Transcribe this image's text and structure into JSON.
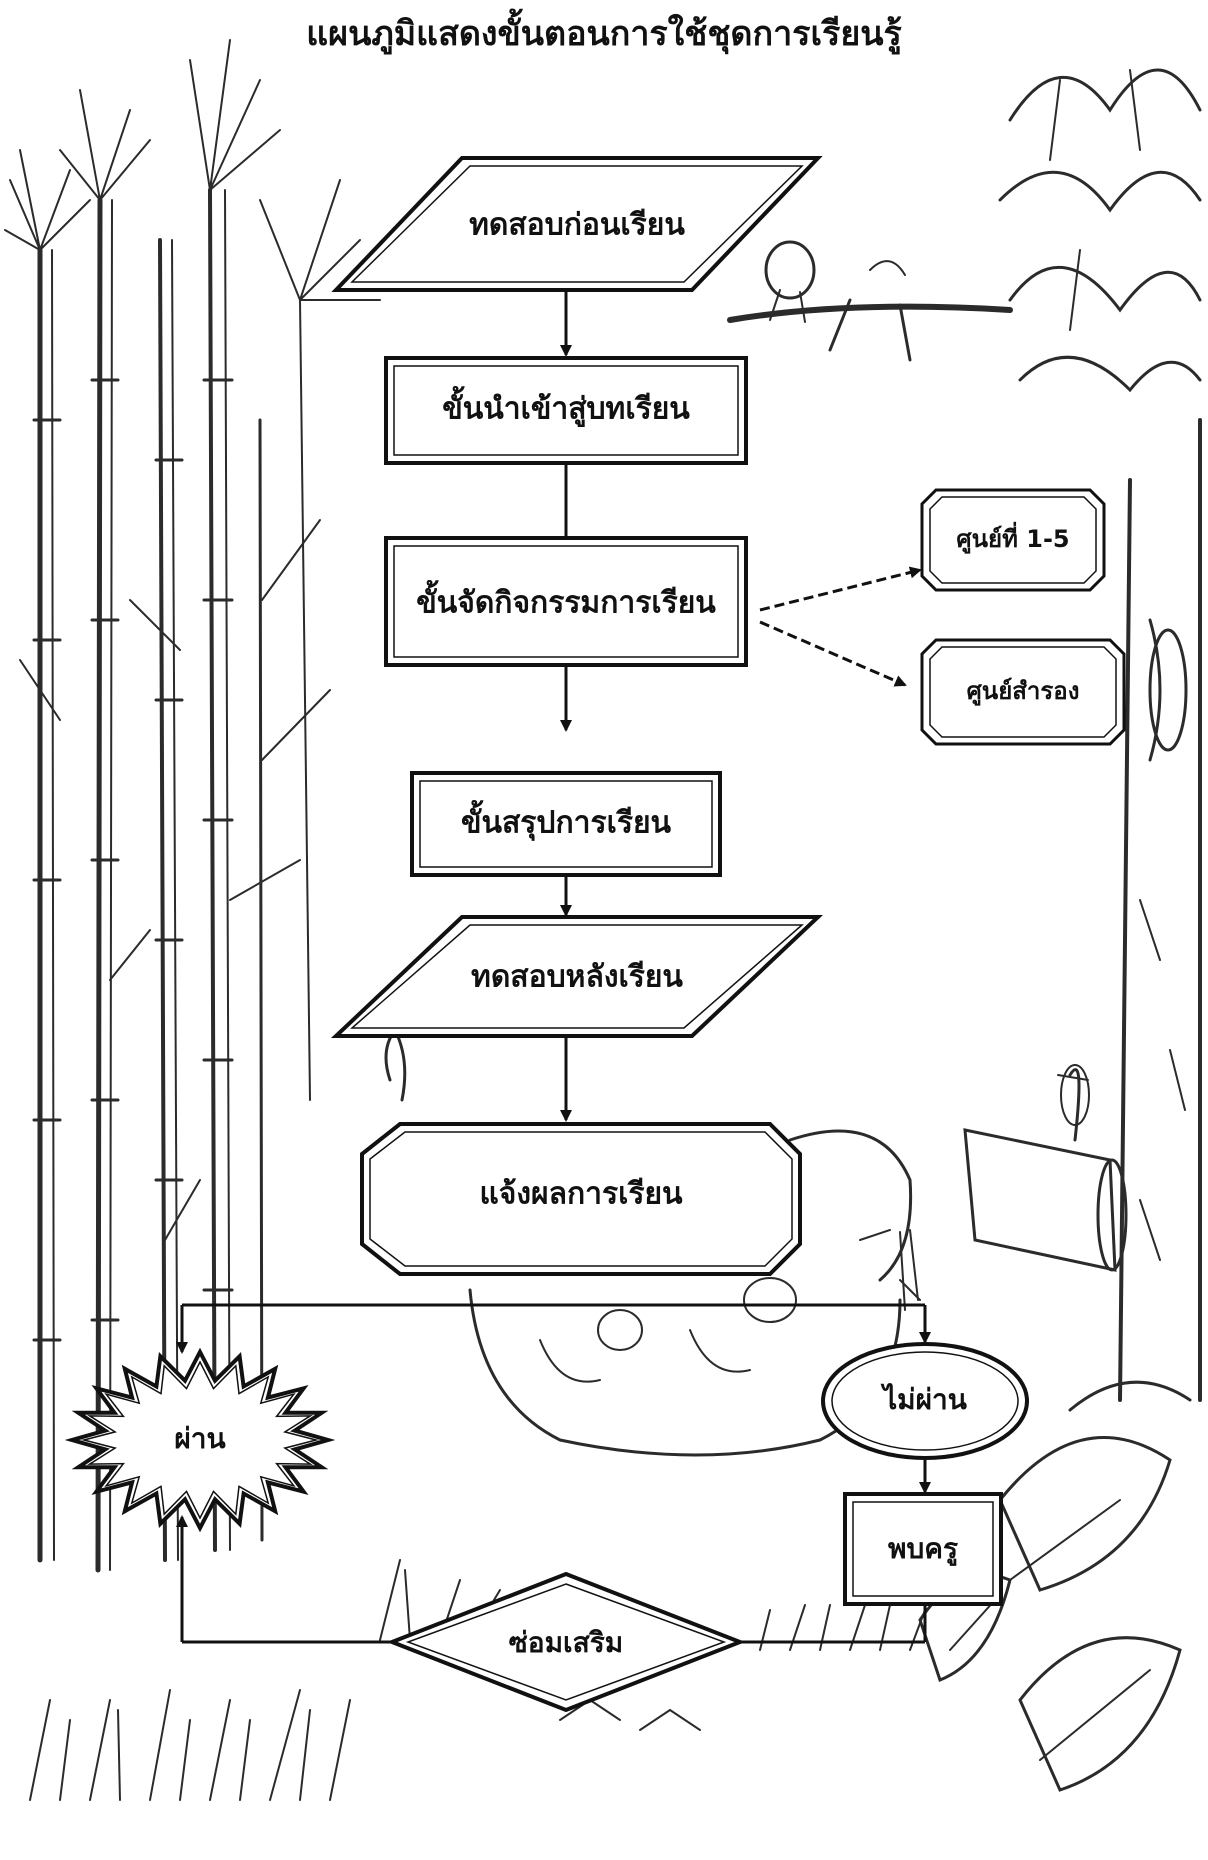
{
  "title": "แผนภูมิแสดงขั้นตอนการใช้ชุดการเรียนรู้",
  "nodes": {
    "pretest": "ทดสอบก่อนเรียน",
    "intro": "ขั้นนำเข้าสู่บทเรียน",
    "activity": "ขั้นจัดกิจกรรมการเรียน",
    "center_1_5": "ศูนย์ที่ 1-5",
    "center_reserve": "ศูนย์สำรอง",
    "summary": "ขั้นสรุปการเรียน",
    "posttest": "ทดสอบหลังเรียน",
    "report": "แจ้งผลการเรียน",
    "pass": "ผ่าน",
    "fail": "ไม่ผ่าน",
    "meet_teacher": "พบครู",
    "remedial": "ซ่อมเสริม"
  }
}
